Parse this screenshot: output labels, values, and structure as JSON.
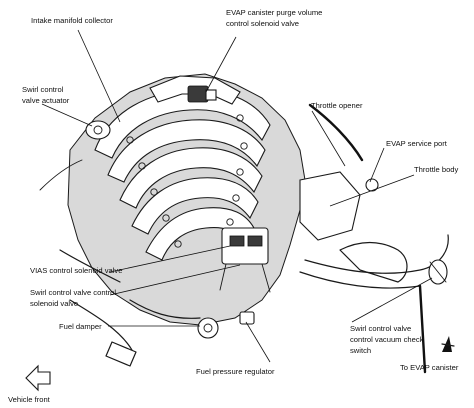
{
  "labels": {
    "intake_manifold_collector": "Intake manifold collector",
    "evap_purge_line1": "EVAP canister purge volume",
    "evap_purge_line2": "control solenoid valve",
    "swirl_actuator_line1": "Swirl control",
    "swirl_actuator_line2": "valve actuator",
    "throttle_opener": "Throttle opener",
    "evap_service_port": "EVAP service port",
    "throttle_body": "Throttle body",
    "vias_solenoid": "VIAS control solenoid valve",
    "swirl_solenoid_line1": "Swirl control valve control",
    "swirl_solenoid_line2": "solenoid valve",
    "fuel_damper": "Fuel damper",
    "fuel_pressure_regulator": "Fuel pressure regulator",
    "vacuum_switch_line1": "Swirl control valve",
    "vacuum_switch_line2": "control vacuum check",
    "vacuum_switch_line3": "switch",
    "to_evap_canister": "To EVAP canister",
    "vehicle_front": "Vehicle front"
  }
}
